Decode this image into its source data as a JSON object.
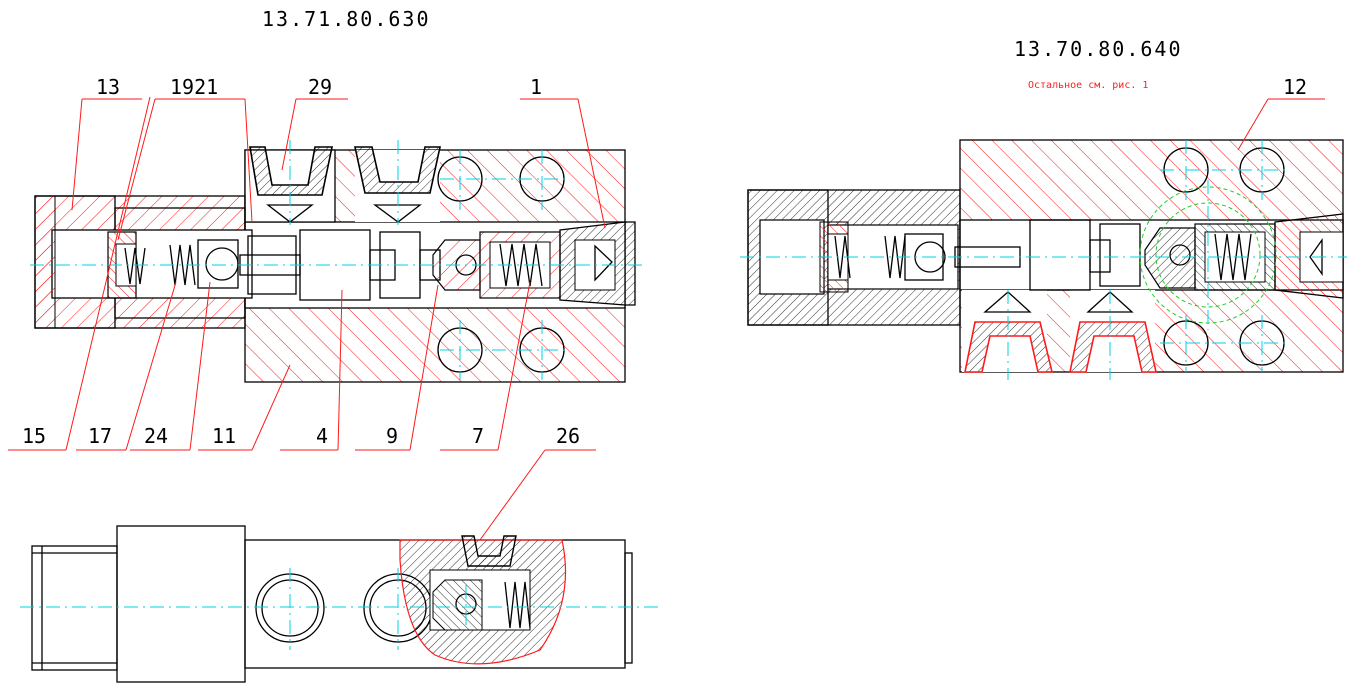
{
  "titles": {
    "left": "13.71.80.630",
    "right": "13.70.80.640"
  },
  "note": "Остальное см. рис. 1",
  "callouts_top": [
    "13",
    "1921",
    "29",
    "1"
  ],
  "callouts_bottom": [
    "15",
    "17",
    "24",
    "11",
    "4",
    "9",
    "7"
  ],
  "callout_26": "26",
  "callout_12": "12",
  "colors": {
    "hatch_red": "#ff1a1a",
    "hatch_black": "#000000",
    "centerline": "#00d0e0",
    "circle_dashed": "#22cc22"
  }
}
